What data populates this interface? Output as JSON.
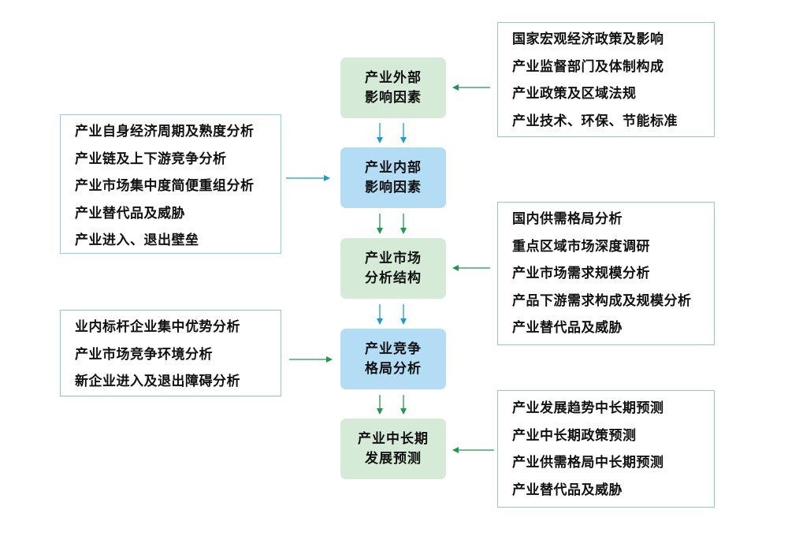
{
  "diagram": {
    "colors": {
      "green_fill": "#d5ebd8",
      "blue_fill": "#b3ddf5",
      "green_arrow": "#1e9a50",
      "blue_arrow": "#1a9ad6",
      "green_border": "#8fcdb7",
      "blue_border": "#8fd0e6"
    },
    "center_steps": [
      {
        "line1": "产业外部",
        "line2": "影响因素",
        "color": "green"
      },
      {
        "line1": "产业内部",
        "line2": "影响因素",
        "color": "blue"
      },
      {
        "line1": "产业市场",
        "line2": "分析结构",
        "color": "green"
      },
      {
        "line1": "产业竞争",
        "line2": "格局分析",
        "color": "blue"
      },
      {
        "line1": "产业中长期",
        "line2": "发展预测",
        "color": "green"
      }
    ],
    "right_boxes": [
      {
        "feeds": "产业外部影响因素",
        "items": [
          "国家宏观经济政策及影响",
          "产业监督部门及体制构成",
          "产业政策及区域法规",
          "产业技术、环保、节能标准"
        ]
      },
      {
        "feeds": "产业市场分析结构",
        "items": [
          "国内供需格局分析",
          "重点区域市场深度调研",
          "产业市场需求规模分析",
          "产品下游需求构成及规模分析",
          "产业替代品及威胁"
        ]
      },
      {
        "feeds": "产业中长期发展预测",
        "items": [
          "产业发展趋势中长期预测",
          "产业中长期政策预测",
          "产业供需格局中长期预测",
          "产业替代品及威胁"
        ]
      }
    ],
    "left_boxes": [
      {
        "feeds": "产业内部影响因素",
        "items": [
          "产业自身经济周期及熟度分析",
          "产业链及上下游竞争分析",
          "产业市场集中度简便重组分析",
          "产业替代品及威胁",
          "产业进入、退出壁垒"
        ]
      },
      {
        "feeds": "产业竞争格局分析",
        "items": [
          "业内标杆企业集中优势分析",
          "产业市场竞争环境分析",
          "新企业进入及退出障碍分析"
        ]
      }
    ]
  }
}
